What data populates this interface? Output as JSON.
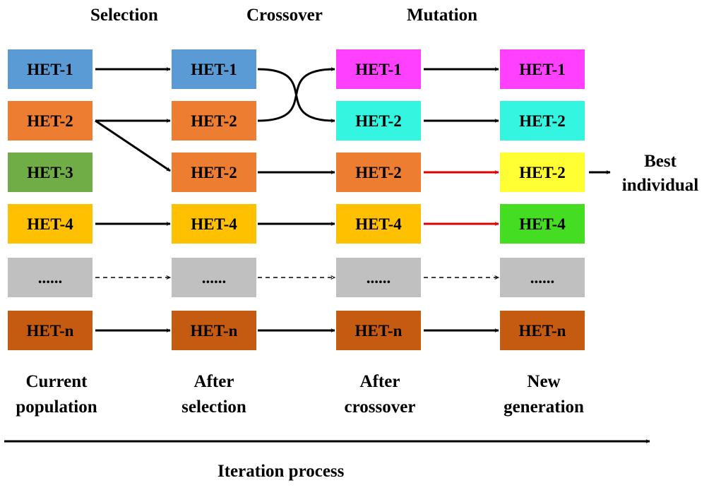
{
  "stages": {
    "selection": "Selection",
    "crossover": "Crossover",
    "mutation": "Mutation"
  },
  "columns": {
    "current": [
      "Current",
      "population"
    ],
    "after_selection": [
      "After",
      "selection"
    ],
    "after_crossover": [
      "After",
      "crossover"
    ],
    "new_generation": [
      "New",
      "generation"
    ]
  },
  "best_individual": [
    "Best",
    "individual"
  ],
  "axis_label": "Iteration process",
  "colors": {
    "blue": "#5B9BD5",
    "orange": "#ED7D31",
    "green": "#70AD47",
    "amber": "#FFC000",
    "gray": "#C0C0C0",
    "rust": "#C55A11",
    "magenta": "#FF40FF",
    "cyan": "#33F5E0",
    "yellow": "#FFFF33",
    "lime": "#44DD22",
    "arrow": "#000000",
    "mutation_arrow": "#E00000"
  },
  "boxes": {
    "current": [
      {
        "label": "HET-1",
        "color": "blue"
      },
      {
        "label": "HET-2",
        "color": "orange"
      },
      {
        "label": "HET-3",
        "color": "green"
      },
      {
        "label": "HET-4",
        "color": "amber"
      },
      {
        "label": "......",
        "color": "gray"
      },
      {
        "label": "HET-n",
        "color": "rust"
      }
    ],
    "after_selection": [
      {
        "label": "HET-1",
        "color": "blue"
      },
      {
        "label": "HET-2",
        "color": "orange"
      },
      {
        "label": "HET-2",
        "color": "orange"
      },
      {
        "label": "HET-4",
        "color": "amber"
      },
      {
        "label": "......",
        "color": "gray"
      },
      {
        "label": "HET-n",
        "color": "rust"
      }
    ],
    "after_crossover": [
      {
        "label": "HET-1",
        "color": "magenta"
      },
      {
        "label": "HET-2",
        "color": "cyan"
      },
      {
        "label": "HET-2",
        "color": "orange"
      },
      {
        "label": "HET-4",
        "color": "amber"
      },
      {
        "label": "......",
        "color": "gray"
      },
      {
        "label": "HET-n",
        "color": "rust"
      }
    ],
    "new_generation": [
      {
        "label": "HET-1",
        "color": "magenta"
      },
      {
        "label": "HET-2",
        "color": "cyan"
      },
      {
        "label": "HET-2",
        "color": "yellow"
      },
      {
        "label": "HET-4",
        "color": "lime"
      },
      {
        "label": "......",
        "color": "gray"
      },
      {
        "label": "HET-n",
        "color": "rust"
      }
    ]
  }
}
